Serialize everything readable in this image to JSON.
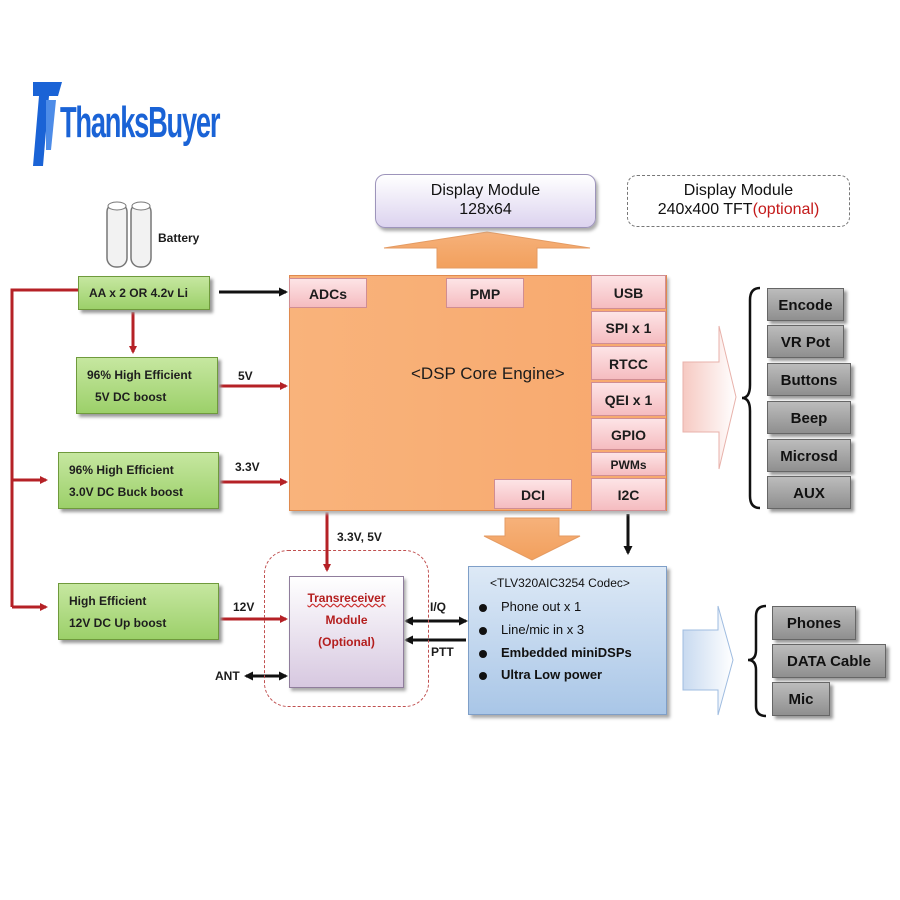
{
  "logo": {
    "text": "ThanksBuyer"
  },
  "battery": {
    "label": "Battery"
  },
  "display_main": {
    "line1": "Display Module",
    "line2": "128x64"
  },
  "display_opt": {
    "line1": "Display Module",
    "line2": "240x400 TFT",
    "optional": "(optional)"
  },
  "power": {
    "source": "AA x 2 OR 4.2v Li",
    "boost5": {
      "line1": "96% High Efficient",
      "line2": "5V DC boost",
      "out": "5V"
    },
    "buck33": {
      "line1": "96% High Efficient",
      "line2": "3.0V DC Buck boost",
      "out": "3.3V"
    },
    "boost12": {
      "line1": "High Efficient",
      "line2": "12V DC Up boost",
      "out": "12V"
    },
    "rail_label": "3.3V, 5V"
  },
  "core": {
    "title": "<DSP Core Engine>",
    "adcs": "ADCs",
    "pmp": "PMP",
    "dci": "DCI",
    "peripherals": [
      "USB",
      "SPI x 1",
      "RTCC",
      "QEI x 1",
      "GPIO",
      "PWMs",
      "I2C"
    ]
  },
  "codec": {
    "title": "<TLV320AIC3254  Codec>",
    "bullets": [
      "Phone out x 1",
      "Line/mic in x 3",
      "Embedded miniDSPs",
      "Ultra Low power"
    ]
  },
  "transceiver": {
    "title": "Transreceiver",
    "line2": "Module",
    "line3": "(Optional)"
  },
  "signals": {
    "iq": "I/Q",
    "ptt": "PTT",
    "ant": "ANT"
  },
  "inputs_list": [
    "Encode",
    "VR Pot",
    "Buttons",
    "Beep",
    "Microsd",
    "AUX"
  ],
  "outputs_list": [
    "Phones",
    "DATA Cable",
    "Mic"
  ],
  "colors": {
    "red_wire": "#b52126",
    "core": "#f7a86d",
    "green": "#9cd06a",
    "logo": "#1a63d6"
  }
}
